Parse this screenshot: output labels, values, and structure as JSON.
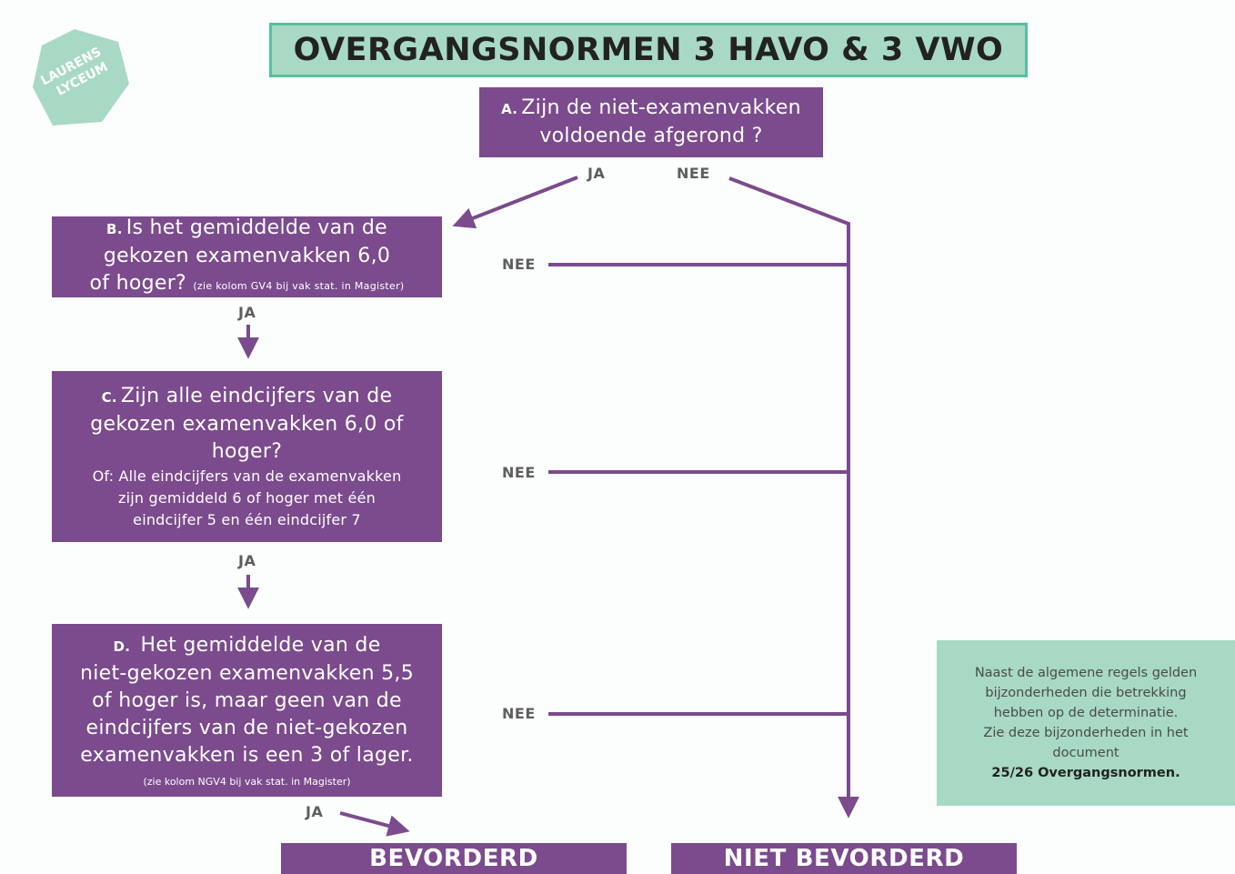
{
  "logo": {
    "line1": "LAURENS",
    "line2": "LYCEUM",
    "color": "#a8d9c5"
  },
  "title": "OVERGANGSNORMEN 3 HAVO & 3 VWO",
  "colors": {
    "box": "#7b4b8d",
    "accent": "#a8d9c5",
    "title_border": "#56c09b"
  },
  "question_a": {
    "letter": "A.",
    "line1": "Zijn de niet-examenvakken",
    "line2": "voldoende afgerond ?"
  },
  "question_b": {
    "letter": "B.",
    "line1": "Is het gemiddelde van de",
    "line2": "gekozen examenvakken 6,0",
    "line3": "of hoger?",
    "note": "(zie kolom GV4 bij vak stat. in Magister)"
  },
  "question_c": {
    "letter": "C.",
    "line1": "Zijn alle eindcijfers van de",
    "line2": "gekozen examenvakken 6,0 of",
    "line3": "hoger?",
    "sub1": "Of: Alle eindcijfers van de examenvakken",
    "sub2": "zijn gemiddeld 6 of hoger met één",
    "sub3": "eindcijfer 5 en één eindcijfer 7"
  },
  "question_d": {
    "letter": "D.",
    "line1": "Het gemiddelde van de",
    "line2": "niet-gekozen examenvakken 5,5",
    "line3": "of hoger is, maar geen van de",
    "line4": "eindcijfers van de niet-gekozen",
    "line5": "examenvakken is een 3 of lager.",
    "note": "(zie kolom NGV4 bij vak stat. in Magister)"
  },
  "labels": {
    "yes": "JA",
    "no": "NEE"
  },
  "info": {
    "line1": "Naast de algemene regels gelden",
    "line2": "bijzonderheden die betrekking",
    "line3": "hebben op de determinatie.",
    "line4": "Zie deze bijzonderheden in het",
    "line5": "document",
    "line6": "25/26 Overgangsnormen."
  },
  "results": {
    "promoted": "BEVORDERD",
    "not_promoted": "NIET BEVORDERD"
  }
}
